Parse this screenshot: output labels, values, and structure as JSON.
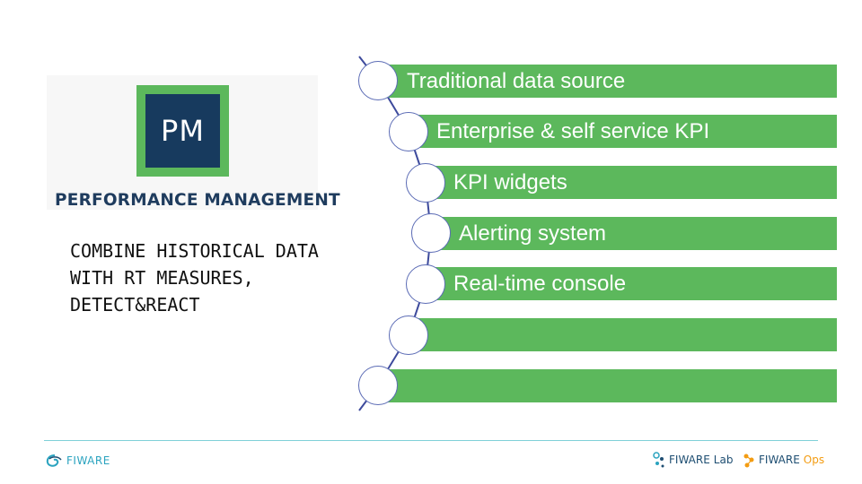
{
  "logo": {
    "text": "PM",
    "title": "PERFORMANCE MANAGEMENT"
  },
  "description": {
    "lines": [
      "COMBINE HISTORICAL DATA",
      "WITH RT MEASURES,",
      "DETECT&REACT"
    ]
  },
  "steps": [
    {
      "label": "Traditional data source"
    },
    {
      "label": "Enterprise & self service KPI"
    },
    {
      "label": "KPI widgets"
    },
    {
      "label": "Alerting system"
    },
    {
      "label": "Real-time console"
    },
    {
      "label": ""
    },
    {
      "label": ""
    }
  ],
  "footer": {
    "left_brand": "FIWARE",
    "lab_brand": "FIWARE",
    "lab_suffix": "Lab",
    "ops_brand": "FIWARE",
    "ops_suffix": "Ops"
  },
  "colors": {
    "bar_green": "#5cb85c",
    "logo_navy": "#173a5e",
    "node_outline": "#5b6bb5",
    "footer_line": "#7fd0d8"
  }
}
